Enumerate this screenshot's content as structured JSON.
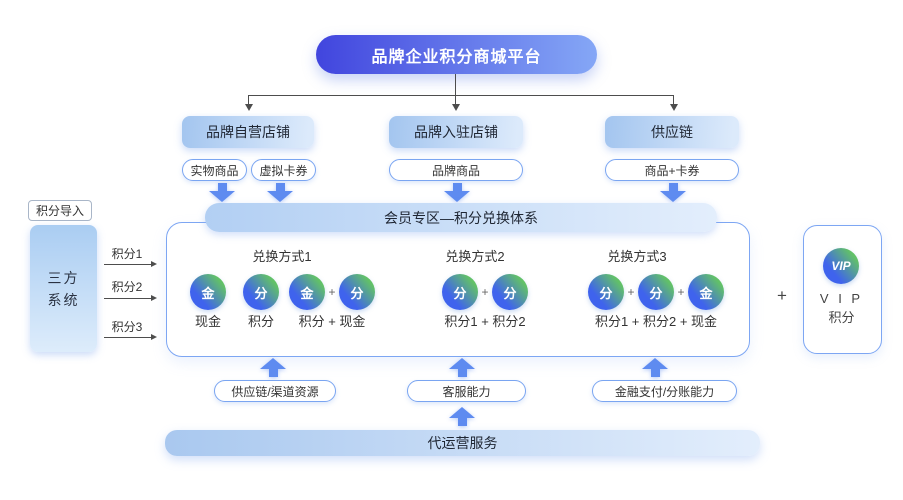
{
  "platform": {
    "title": "品牌企业积分商城平台"
  },
  "channels": [
    {
      "label": "品牌自营店铺",
      "tags": [
        "实物商品",
        "虚拟卡券"
      ]
    },
    {
      "label": "品牌入驻店铺",
      "tags": [
        "品牌商品"
      ]
    },
    {
      "label": "供应链",
      "tags": [
        "商品+卡券"
      ]
    }
  ],
  "points_import": {
    "label": "积分导入",
    "system_line1": "三方",
    "system_line2": "系统",
    "flows": [
      "积分1",
      "积分2",
      "积分3"
    ]
  },
  "member_zone": {
    "header": "会员专区—积分兑换体系",
    "methods": [
      {
        "title": "兑换方式1",
        "groups": [
          {
            "coins": [
              "金"
            ],
            "caption": "现金"
          },
          {
            "coins": [
              "分"
            ],
            "caption": "积分"
          },
          {
            "coins": [
              "金",
              "分"
            ],
            "caption": "积分 + 现金"
          }
        ]
      },
      {
        "title": "兑换方式2",
        "groups": [
          {
            "coins": [
              "分",
              "分"
            ],
            "caption": "积分1 + 积分2"
          }
        ]
      },
      {
        "title": "兑换方式3",
        "groups": [
          {
            "coins": [
              "分",
              "分",
              "金"
            ],
            "caption": "积分1 + 积分2 + 现金"
          }
        ]
      }
    ]
  },
  "symbols": {
    "plus": "+"
  },
  "vip": {
    "badge": "VIP",
    "line1": "V I P",
    "line2": "积分"
  },
  "capabilities": [
    "供应链/渠道资源",
    "客服能力",
    "金融支付/分账能力"
  ],
  "footer": {
    "label": "代运营服务"
  },
  "colors": {
    "brand_gradient_start": "#4145de",
    "brand_gradient_end": "#85a7f6",
    "panel_blue_start": "#a3c5ef",
    "panel_blue_end": "#dceafb",
    "arrow_blue": "#5e8bf0",
    "coin_blue": "#3f63ed",
    "coin_green": "#62c168",
    "pill_border": "#7aa5f1",
    "connector_gray": "#4d4d4d"
  }
}
